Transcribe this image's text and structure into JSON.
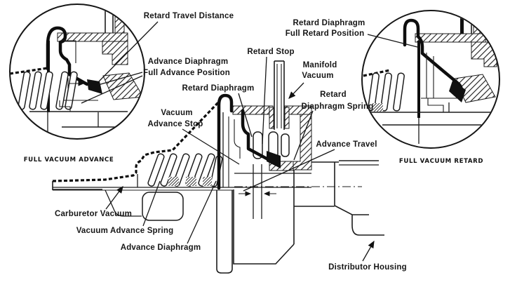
{
  "colors": {
    "ink": "#161616",
    "paper": "#ffffff"
  },
  "insets": {
    "advance": {
      "caption": "FULL VACUUM ADVANCE"
    },
    "retard": {
      "caption": "FULL VACUUM RETARD"
    }
  },
  "callouts": {
    "retard_travel_distance": "Retard Travel Distance",
    "retard_diaphragm_full_retard_1": "Retard Diaphragm",
    "retard_diaphragm_full_retard_2": "Full Retard Position",
    "advance_diaphragm_full_advance_1": "Advance Diaphragm",
    "advance_diaphragm_full_advance_2": "Full Advance Position",
    "retard_stop": "Retard Stop",
    "manifold_vacuum_1": "Manifold",
    "manifold_vacuum_2": "Vacuum",
    "retard_diaphragm": "Retard Diaphragm",
    "retard_diaphragm_spring_1": "Retard",
    "retard_diaphragm_spring_2": "Diaphragm Spring",
    "vacuum_advance_stop_1": "Vacuum",
    "vacuum_advance_stop_2": "Advance Stop",
    "advance_travel": "Advance Travel",
    "carburetor_vacuum": "Carburetor Vacuum",
    "vacuum_advance_spring": "Vacuum Advance Spring",
    "advance_diaphragm": "Advance Diaphragm",
    "distributor_housing": "Distributor Housing"
  }
}
